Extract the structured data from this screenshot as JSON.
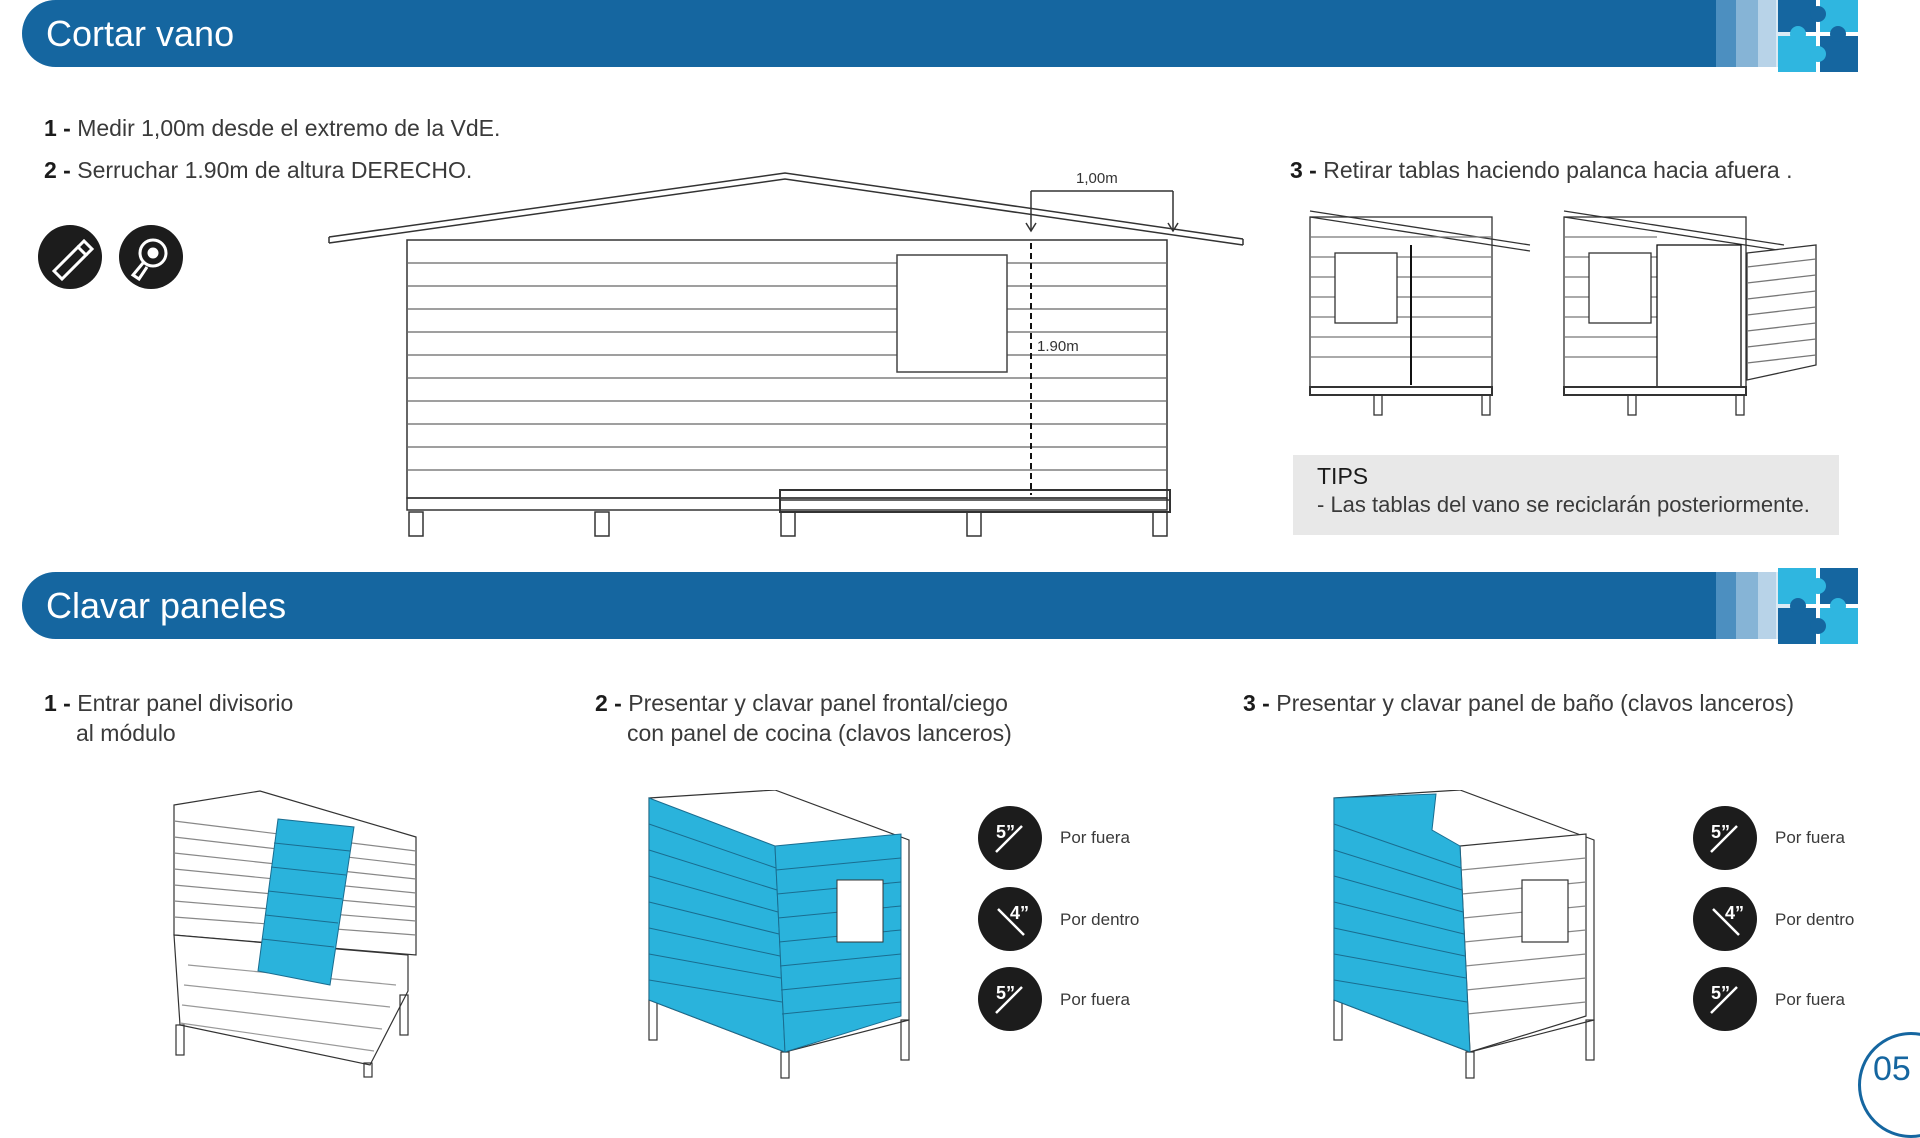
{
  "section1": {
    "title": "Cortar vano",
    "step1_num": "1 -",
    "step1_text": "Medir 1,00m desde el extremo de la VdE.",
    "step2_num": "2 -",
    "step2_text": "Serruchar 1.90m de altura DERECHO.",
    "step3_num": "3 -",
    "step3_text": "Retirar tablas haciendo palanca hacia afuera .",
    "dim_width": "1,00m",
    "dim_height": "1.90m",
    "tools": [
      "saw-icon",
      "tape-measure-icon"
    ],
    "tips_title": "TIPS",
    "tips_text": "- Las tablas del vano se reciclarán posteriormente."
  },
  "section2": {
    "title": "Clavar paneles",
    "step1_num": "1 -",
    "step1_line1": "Entrar panel divisorio",
    "step1_line2": "al módulo",
    "step2_num": "2 -",
    "step2_line1": "Presentar y clavar panel frontal/ciego",
    "step2_line2": "con panel de cocina (clavos lanceros)",
    "step3_num": "3 -",
    "step3_text": "Presentar y clavar panel de baño (clavos lanceros)",
    "nails_a": [
      {
        "size": "5”",
        "label": "Por fuera"
      },
      {
        "size": "4”",
        "label": "Por dentro"
      },
      {
        "size": "5”",
        "label": "Por fuera"
      }
    ],
    "nails_b": [
      {
        "size": "5”",
        "label": "Por fuera"
      },
      {
        "size": "4”",
        "label": "Por dentro"
      },
      {
        "size": "5”",
        "label": "Por fuera"
      }
    ]
  },
  "page_number": "05",
  "colors": {
    "brand": "#1566a0",
    "accent": "#2fb6e0",
    "panel": "#2ab3dc",
    "tips_bg": "#e8e8e8"
  }
}
